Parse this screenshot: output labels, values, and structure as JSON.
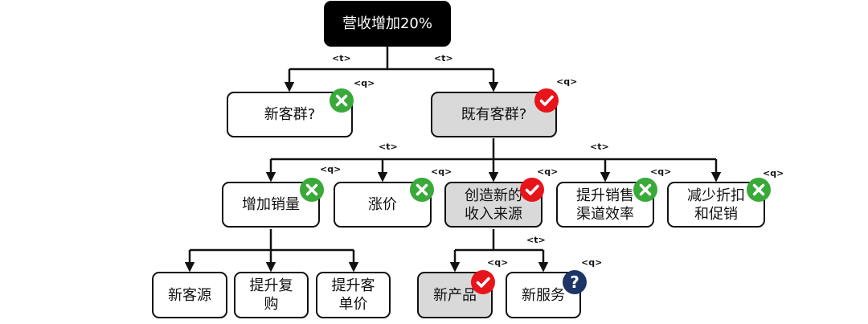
{
  "nodes": {
    "root": "营收增加20%",
    "new_segment": "新客群?",
    "existing_segment": "既有客群?",
    "increase_volume": "增加销量",
    "raise_price": "涨价",
    "new_revenue": "创造新的\n收入来源",
    "sales_channel": "提升销售\n渠道效率",
    "reduce_discount": "减少折扣\n和促销",
    "new_customers": "新客源",
    "repurchase": "提升复\n购",
    "basket_value": "提升客\n单价",
    "new_product": "新产品",
    "new_service": "新服务"
  },
  "tags": {
    "t": "<t>",
    "q": "<q>"
  },
  "badge_icons": {
    "yes": "check-icon",
    "no": "cross-icon",
    "unknown": "question-icon",
    "unknown_text": "?"
  },
  "colors": {
    "yes": "#e8141b",
    "no": "#39a939",
    "unknown": "#1d3466",
    "highlight": "#d9d9d9",
    "root": "#000000"
  }
}
